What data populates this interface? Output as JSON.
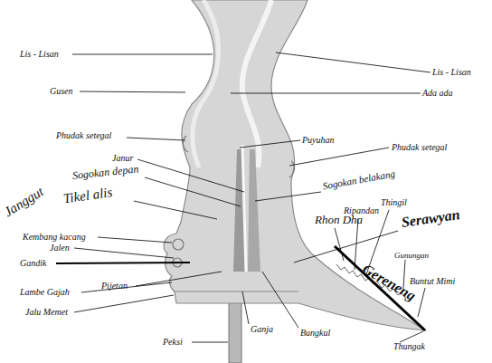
{
  "diagram": {
    "labels": [
      "Lis - Lisan",
      "Lis - Lisan",
      "Gusen",
      "Ada ada",
      "Phudak setegal",
      "Puyuhan",
      "Phudak setegal",
      "Janur",
      "Sogokan depan",
      "Sogokan belakang",
      "Tikel alis",
      "Janggut",
      "Thingil",
      "Ripandan",
      "Rhon Dha",
      "Serawyan",
      "Kembang kacang",
      "Jalen",
      "Gunungan",
      "Gereneng",
      "Gandik",
      "Buntut Mimi",
      "Pijetan",
      "Lambe Gajah",
      "Jalu Memet",
      "Ganja",
      "Bungkul",
      "Thungak",
      "Peksi"
    ]
  }
}
